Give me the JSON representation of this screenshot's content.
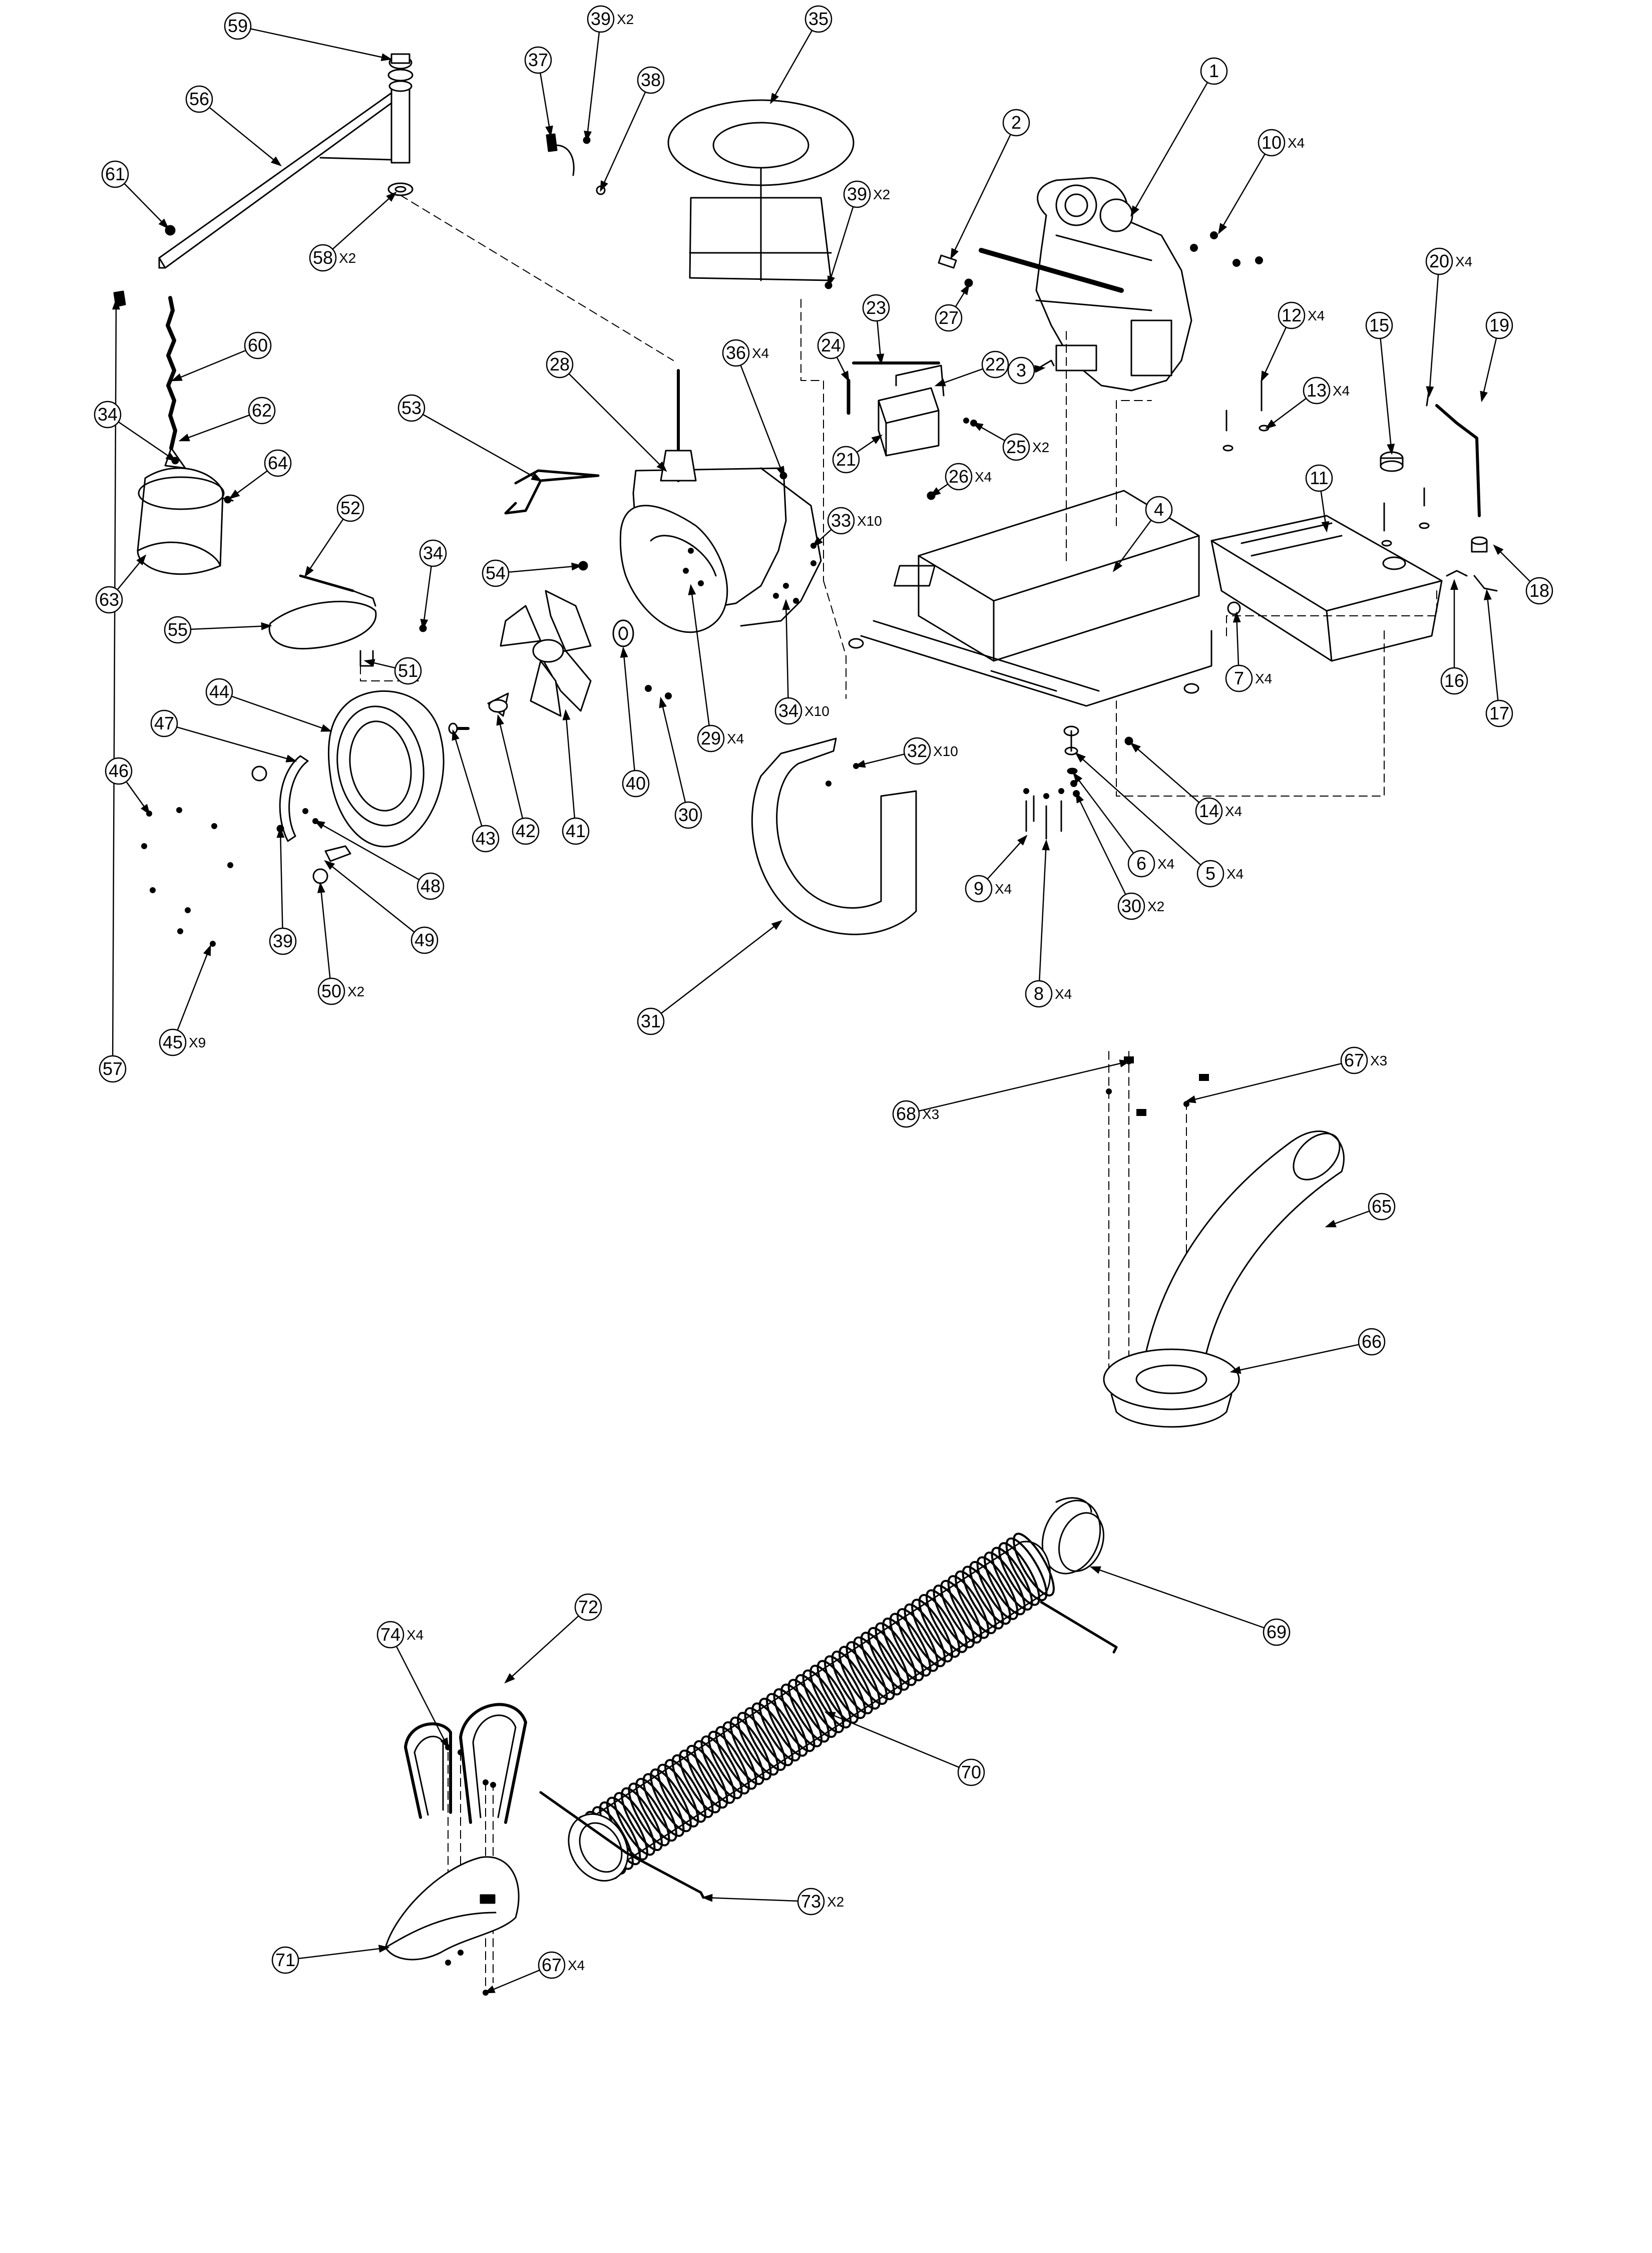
{
  "diagram": {
    "callouts": [
      {
        "num": "1",
        "qty": ""
      },
      {
        "num": "2",
        "qty": ""
      },
      {
        "num": "3",
        "qty": ""
      },
      {
        "num": "4",
        "qty": ""
      },
      {
        "num": "5",
        "qty": "X4"
      },
      {
        "num": "6",
        "qty": "X4"
      },
      {
        "num": "7",
        "qty": "X4"
      },
      {
        "num": "8",
        "qty": "X4"
      },
      {
        "num": "9",
        "qty": "X4"
      },
      {
        "num": "10",
        "qty": "X4"
      },
      {
        "num": "11",
        "qty": ""
      },
      {
        "num": "12",
        "qty": "X4"
      },
      {
        "num": "13",
        "qty": "X4"
      },
      {
        "num": "14",
        "qty": "X4"
      },
      {
        "num": "15",
        "qty": ""
      },
      {
        "num": "16",
        "qty": ""
      },
      {
        "num": "17",
        "qty": ""
      },
      {
        "num": "18",
        "qty": ""
      },
      {
        "num": "19",
        "qty": ""
      },
      {
        "num": "20",
        "qty": "X4"
      },
      {
        "num": "21",
        "qty": ""
      },
      {
        "num": "22",
        "qty": ""
      },
      {
        "num": "23",
        "qty": ""
      },
      {
        "num": "24",
        "qty": ""
      },
      {
        "num": "25",
        "qty": "X2"
      },
      {
        "num": "26",
        "qty": "X4"
      },
      {
        "num": "27",
        "qty": ""
      },
      {
        "num": "28",
        "qty": ""
      },
      {
        "num": "29",
        "qty": "X4"
      },
      {
        "num": "30",
        "qty": ""
      },
      {
        "num": "30",
        "qty": "X2"
      },
      {
        "num": "31",
        "qty": ""
      },
      {
        "num": "32",
        "qty": "X10"
      },
      {
        "num": "33",
        "qty": "X10"
      },
      {
        "num": "34",
        "qty": ""
      },
      {
        "num": "34",
        "qty": ""
      },
      {
        "num": "34",
        "qty": "X10"
      },
      {
        "num": "35",
        "qty": ""
      },
      {
        "num": "36",
        "qty": "X4"
      },
      {
        "num": "37",
        "qty": ""
      },
      {
        "num": "38",
        "qty": ""
      },
      {
        "num": "39",
        "qty": "X2"
      },
      {
        "num": "39",
        "qty": "X2"
      },
      {
        "num": "39",
        "qty": ""
      },
      {
        "num": "40",
        "qty": ""
      },
      {
        "num": "41",
        "qty": ""
      },
      {
        "num": "42",
        "qty": ""
      },
      {
        "num": "43",
        "qty": ""
      },
      {
        "num": "44",
        "qty": ""
      },
      {
        "num": "45",
        "qty": "X9"
      },
      {
        "num": "46",
        "qty": ""
      },
      {
        "num": "47",
        "qty": ""
      },
      {
        "num": "48",
        "qty": ""
      },
      {
        "num": "49",
        "qty": ""
      },
      {
        "num": "50",
        "qty": "X2"
      },
      {
        "num": "51",
        "qty": ""
      },
      {
        "num": "52",
        "qty": ""
      },
      {
        "num": "53",
        "qty": ""
      },
      {
        "num": "54",
        "qty": ""
      },
      {
        "num": "55",
        "qty": ""
      },
      {
        "num": "56",
        "qty": ""
      },
      {
        "num": "57",
        "qty": ""
      },
      {
        "num": "58",
        "qty": "X2"
      },
      {
        "num": "59",
        "qty": ""
      },
      {
        "num": "60",
        "qty": ""
      },
      {
        "num": "61",
        "qty": ""
      },
      {
        "num": "62",
        "qty": ""
      },
      {
        "num": "63",
        "qty": ""
      },
      {
        "num": "64",
        "qty": ""
      },
      {
        "num": "65",
        "qty": ""
      },
      {
        "num": "66",
        "qty": ""
      },
      {
        "num": "67",
        "qty": "X3"
      },
      {
        "num": "67",
        "qty": "X4"
      },
      {
        "num": "68",
        "qty": "X3"
      },
      {
        "num": "69",
        "qty": ""
      },
      {
        "num": "70",
        "qty": ""
      },
      {
        "num": "71",
        "qty": ""
      },
      {
        "num": "72",
        "qty": ""
      },
      {
        "num": "73",
        "qty": "X2"
      },
      {
        "num": "74",
        "qty": "X4"
      }
    ]
  }
}
